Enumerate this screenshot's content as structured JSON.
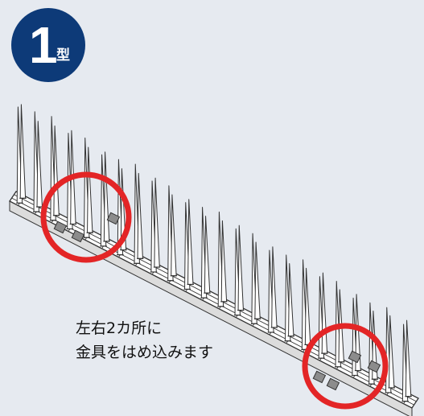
{
  "badge": {
    "number": "1",
    "suffix": "型",
    "background_color": "#0d3a78",
    "text_color": "#ffffff"
  },
  "figure": {
    "spikes_per_row": 24,
    "highlight_color": "#e32526",
    "frame_fill_color": "#ffffff",
    "line_color": "#333333",
    "clip_color": "#8c8c8c"
  },
  "caption": {
    "line1": "左右2カ所に",
    "line2": "金具をはめ込みます"
  }
}
